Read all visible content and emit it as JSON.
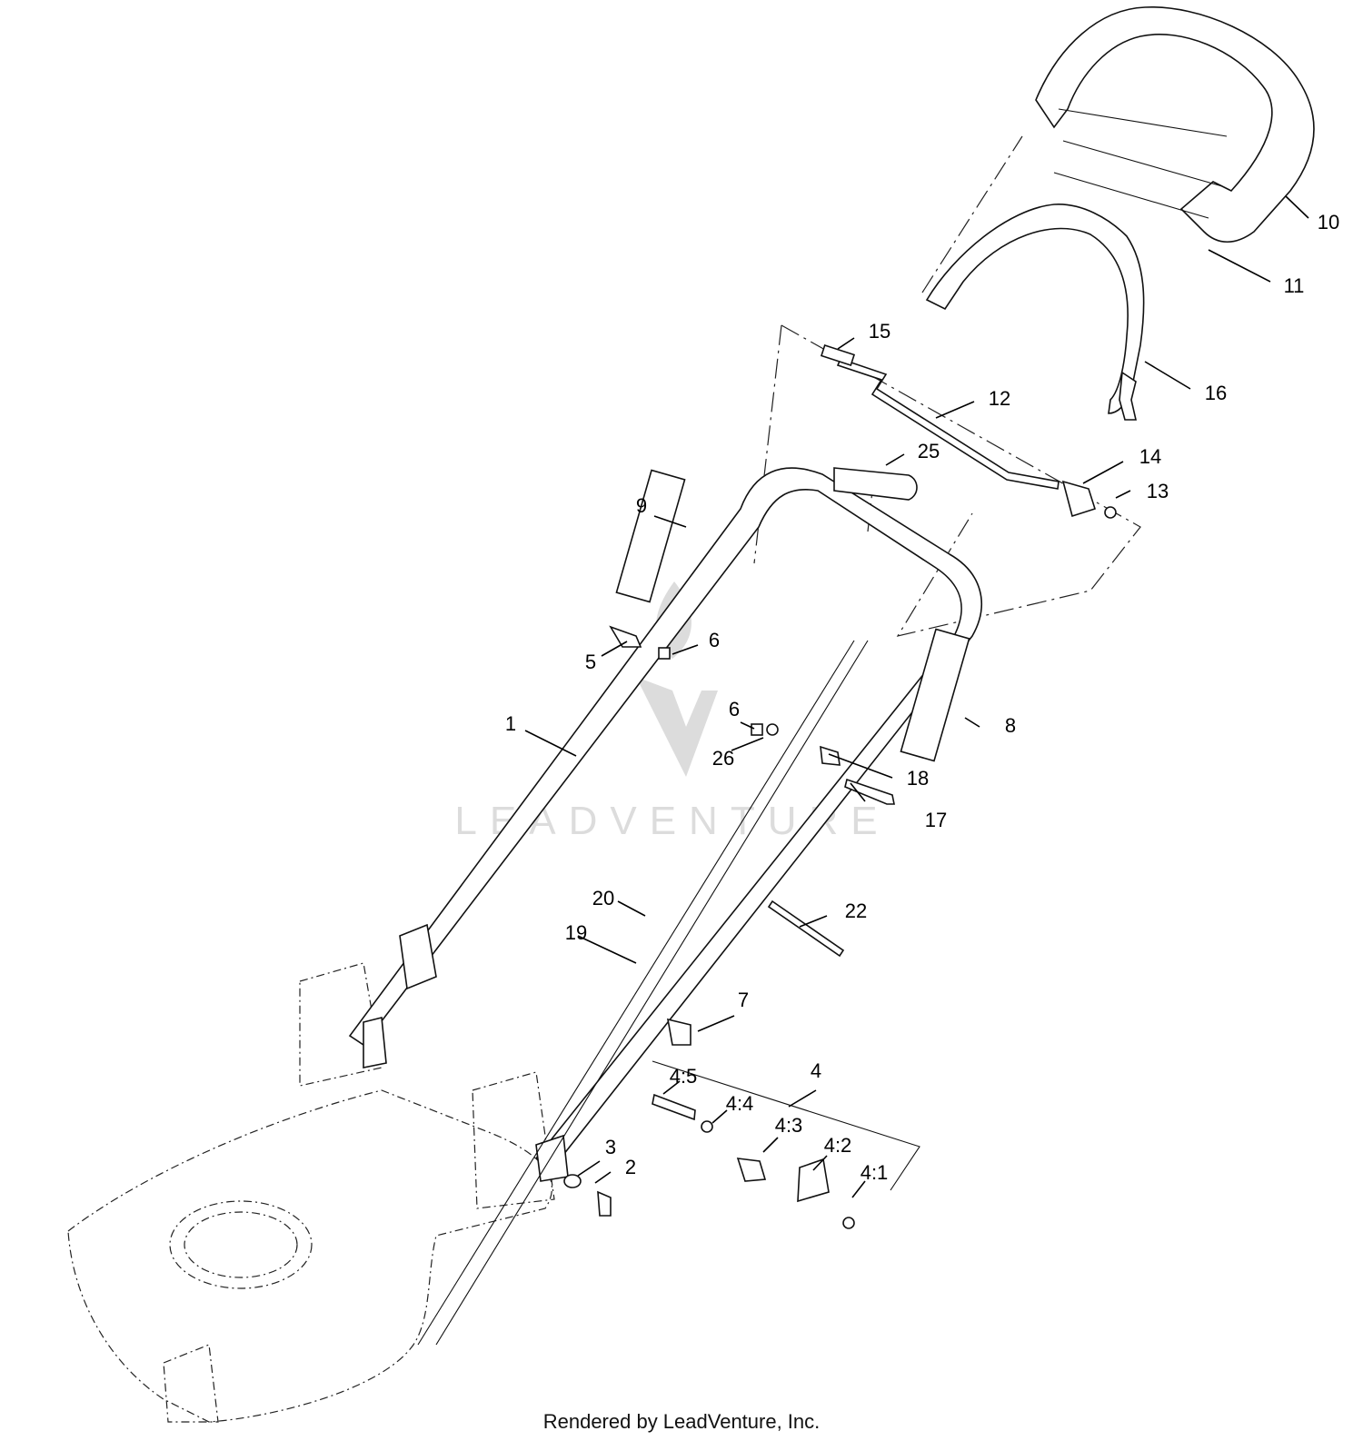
{
  "watermark": {
    "text": "LEADVENTURE"
  },
  "footer": {
    "credit": "Rendered by LeadVenture, Inc."
  },
  "callouts": {
    "c1": "1",
    "c2": "2",
    "c3": "3",
    "c4": "4",
    "c4_1": "4:1",
    "c4_2": "4:2",
    "c4_3": "4:3",
    "c4_4": "4:4",
    "c4_5": "4:5",
    "c5": "5",
    "c6a": "6",
    "c6b": "6",
    "c7": "7",
    "c8": "8",
    "c9": "9",
    "c10": "10",
    "c11": "11",
    "c12": "12",
    "c13": "13",
    "c14": "14",
    "c15": "15",
    "c16": "16",
    "c17": "17",
    "c18": "18",
    "c19": "19",
    "c20": "20",
    "c22": "22",
    "c25": "25",
    "c26": "26"
  }
}
